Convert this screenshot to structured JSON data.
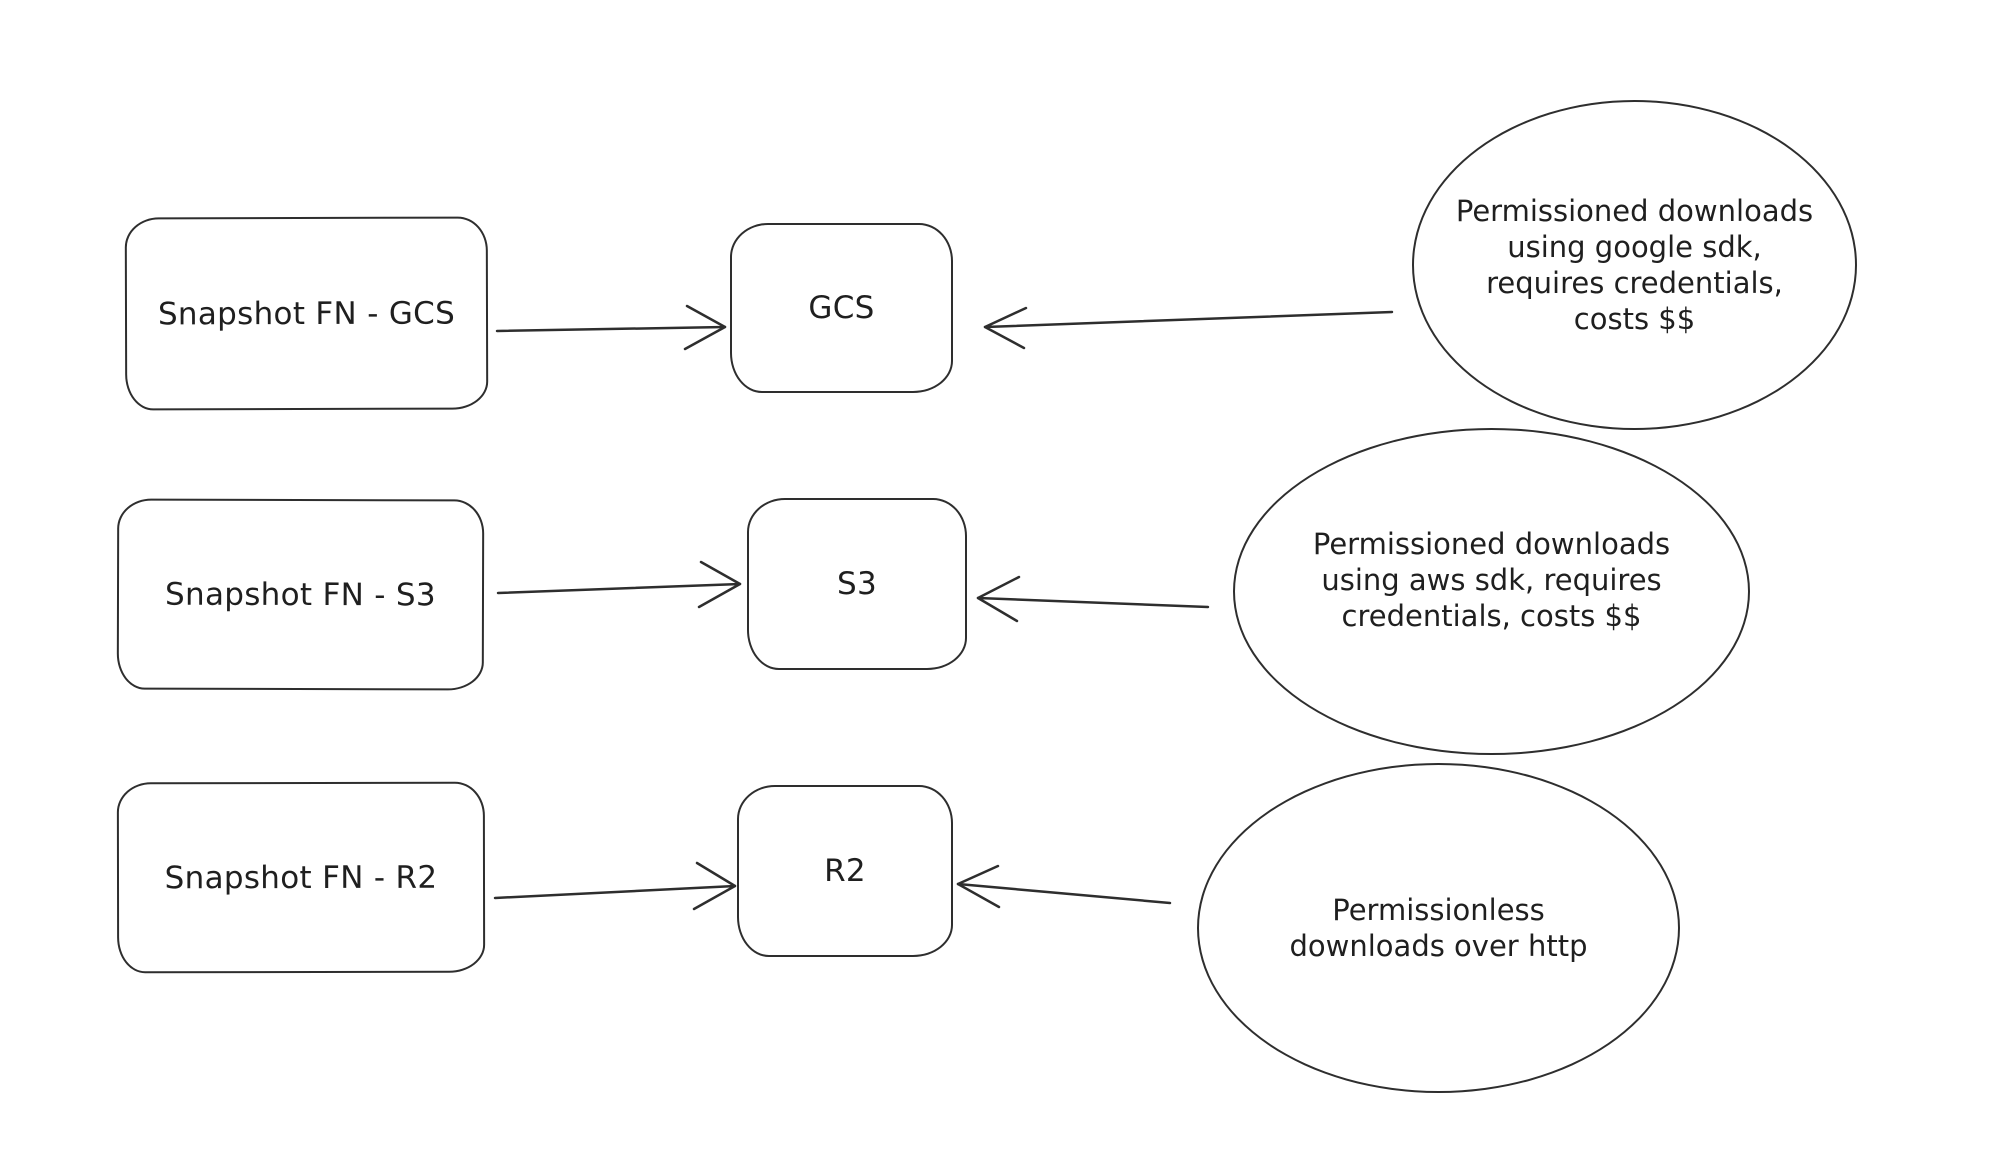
{
  "canvas": {
    "background_color": "#ffffff",
    "stroke_color": "#2e2e2e",
    "text_color": "#1f1f1f"
  },
  "rows": [
    {
      "source": {
        "label": "Snapshot FN - GCS"
      },
      "target": {
        "label": "GCS"
      },
      "annotation": {
        "lines": [
          "Permissioned downloads",
          "using google sdk,",
          "requires credentials,",
          "costs $$"
        ]
      }
    },
    {
      "source": {
        "label": "Snapshot FN - S3"
      },
      "target": {
        "label": "S3"
      },
      "annotation": {
        "lines": [
          "Permissioned downloads",
          "using aws sdk, requires",
          "credentials, costs $$"
        ]
      }
    },
    {
      "source": {
        "label": "Snapshot FN - R2"
      },
      "target": {
        "label": "R2"
      },
      "annotation": {
        "lines": [
          "Permissionless",
          "downloads over http"
        ]
      }
    }
  ]
}
